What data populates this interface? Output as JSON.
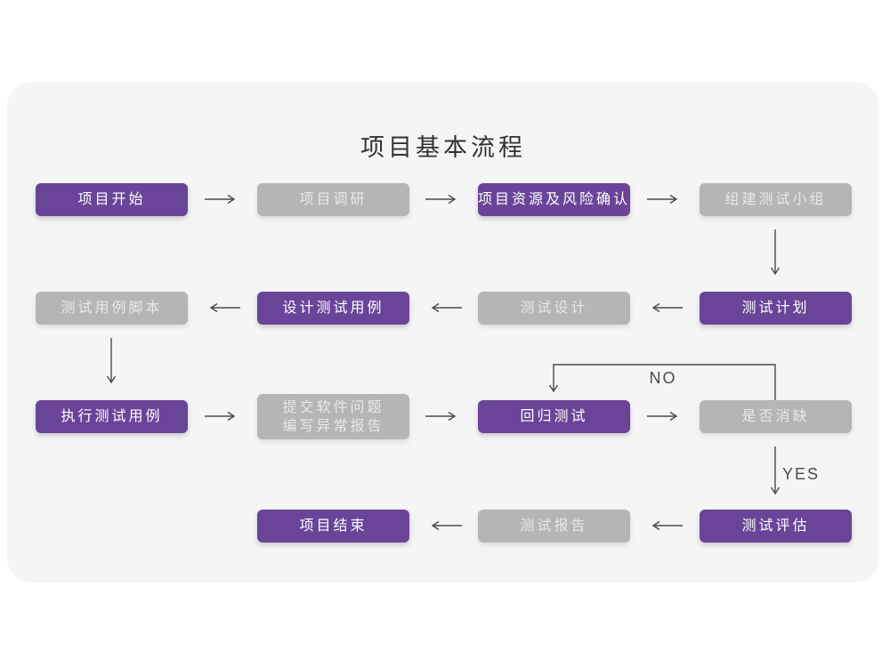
{
  "title": "项目基本流程",
  "colors": {
    "page_bg": "#ffffff",
    "card_bg": "#f5f5f6",
    "purple": "#6a4498",
    "gray": "#b5b5b5",
    "gray_text": "#e8e8e8",
    "purple_text": "#ffffff",
    "arrow": "#4a4a4a",
    "title_color": "#333333"
  },
  "labels": {
    "no": "NO",
    "yes": "YES"
  },
  "nodes": [
    {
      "id": "project-start",
      "label": "项目开始",
      "variant": "purple"
    },
    {
      "id": "project-research",
      "label": "项目调研",
      "variant": "gray"
    },
    {
      "id": "resource-risk-confirm",
      "label": "项目资源及风险确认",
      "variant": "purple"
    },
    {
      "id": "build-test-team",
      "label": "组建测试小组",
      "variant": "gray"
    },
    {
      "id": "test-plan",
      "label": "测试计划",
      "variant": "purple"
    },
    {
      "id": "test-design",
      "label": "测试设计",
      "variant": "gray"
    },
    {
      "id": "design-test-cases",
      "label": "设计测试用例",
      "variant": "purple"
    },
    {
      "id": "test-case-script",
      "label": "测试用例脚本",
      "variant": "gray"
    },
    {
      "id": "execute-test-cases",
      "label": "执行测试用例",
      "variant": "purple"
    },
    {
      "id": "submit-issues",
      "label": "提交软件问题",
      "label2": "编写异常报告",
      "variant": "gray"
    },
    {
      "id": "regression-test",
      "label": "回归测试",
      "variant": "purple"
    },
    {
      "id": "defect-resolved",
      "label": "是否消缺",
      "variant": "gray"
    },
    {
      "id": "test-evaluation",
      "label": "测试评估",
      "variant": "purple"
    },
    {
      "id": "test-report",
      "label": "测试报告",
      "variant": "gray"
    },
    {
      "id": "project-end",
      "label": "项目结束",
      "variant": "purple"
    }
  ]
}
